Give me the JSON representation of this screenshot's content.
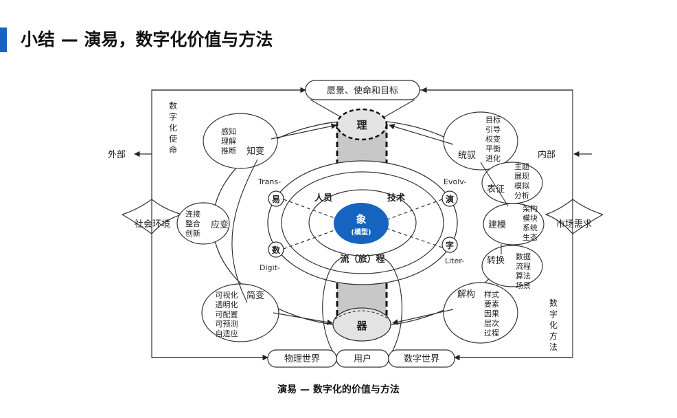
{
  "page": {
    "title": "小结 — 演易，数字化价值与方法",
    "caption": "演易 — 数字化的价值与方法"
  },
  "diagram": {
    "top_box": "愿景、使命和目标",
    "bottom_boxes": {
      "physical": "物理世界",
      "user": "用户",
      "digital": "数字世界"
    },
    "li": "理",
    "qi": "器",
    "center": {
      "main": "象",
      "sub": "(模型)"
    },
    "inner": {
      "people": "人员",
      "tech": "技术",
      "flow": "流（旅）程"
    },
    "corners": {
      "yi": "易",
      "yan": "演",
      "shu": "数",
      "zi": "字",
      "trans": "Trans-",
      "evolv": "Evolv-",
      "digit": "Digit-",
      "liter": "Liter-"
    },
    "left": {
      "mission_vertical": [
        "数",
        "字",
        "化",
        "使",
        "命"
      ],
      "external": "外部",
      "society": "社会环境",
      "zhibian_items": [
        "感知",
        "理解",
        "推断"
      ],
      "zhibian_label": "知变",
      "yingbian_items": [
        "连接",
        "整合",
        "创新"
      ],
      "yingbian_label": "应变",
      "jianbian_label": "简变",
      "jianbian_items": [
        "可视化",
        "透明化",
        "可配置",
        "可预测",
        "自适应"
      ]
    },
    "right": {
      "internal": "内部",
      "market": "市场需求",
      "method_vertical": [
        "数",
        "字",
        "化",
        "方",
        "法"
      ],
      "tongyu_items": [
        "目标",
        "引导",
        "权变",
        "平衡",
        "进化"
      ],
      "tongyu_label": "统驭",
      "biaozheng_label": "表征",
      "biaozheng_items": [
        "主题",
        "展现",
        "模拟",
        "分析"
      ],
      "jianmo_label": "建模",
      "jianmo_items": [
        "架构",
        "模块",
        "系统",
        "生态"
      ],
      "zhuanhuan_label": "转换",
      "zhuanhuan_items": [
        "数据",
        "流程",
        "算法",
        "场景"
      ],
      "jiegou_label": "解构",
      "jiegou_items": [
        "样式",
        "要素",
        "因果",
        "层次",
        "过程"
      ]
    }
  }
}
